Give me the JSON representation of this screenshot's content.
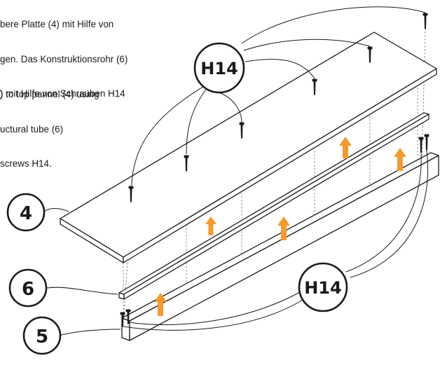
{
  "instructions": {
    "german": [
      "bere Platte (4) mit Hilfe von",
      "gen. Das Konstruktionsrohr (6)",
      ") mit Hilfe von Schrauben H14"
    ],
    "english": [
      ") to top pannel (4) using",
      "uctural tube (6)",
      "screws H14."
    ]
  },
  "callouts": {
    "screw_label_top": "H14",
    "screw_label_bottom": "H14",
    "part_top_panel": "4",
    "part_structural_tube": "6",
    "part_bottom_rail": "5"
  },
  "colors": {
    "line": "#1a1a1a",
    "panel_fill": "#ffffff",
    "arrow": "#f39a33",
    "dash": "#6f6f6f"
  },
  "icons": [
    "screw-icon",
    "up-arrow-icon"
  ]
}
